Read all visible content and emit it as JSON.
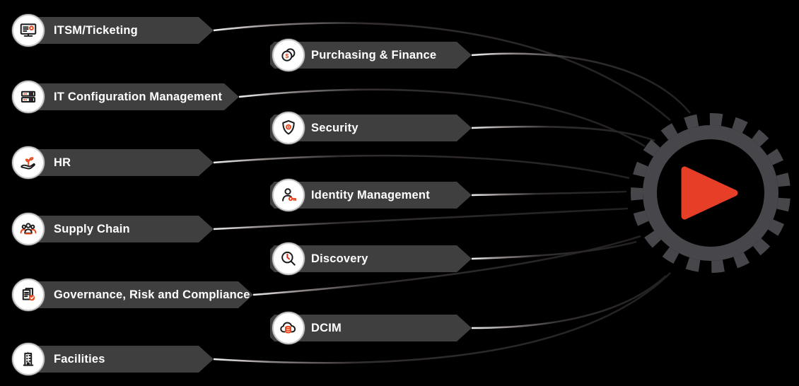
{
  "colors": {
    "background": "#000000",
    "bar": "#403f40",
    "bar_text": "#ffffff",
    "icon_circle": "#ffffff",
    "icon_circle_border": "#c9c9c9",
    "icon_line": "#1b1b1b",
    "accent_orange": "#e7491f",
    "accent_red": "#df2b20",
    "gear": "#47464b",
    "play": "#e63e27"
  },
  "left_items": [
    {
      "label": "ITSM/Ticketing",
      "icon": "monitor-ticket-icon"
    },
    {
      "label": "IT Configuration Management",
      "icon": "server-stack-icon"
    },
    {
      "label": "HR",
      "icon": "hand-sprout-icon"
    },
    {
      "label": "Supply Chain",
      "icon": "people-group-icon"
    },
    {
      "label": "Governance, Risk and Compliance",
      "icon": "document-check-icon"
    },
    {
      "label": "Facilities",
      "icon": "building-icon"
    }
  ],
  "middle_items": [
    {
      "label": "Purchasing & Finance",
      "icon": "coins-dollar-icon"
    },
    {
      "label": "Security",
      "icon": "shield-gear-icon"
    },
    {
      "label": "Identity Management",
      "icon": "person-key-icon"
    },
    {
      "label": "Discovery",
      "icon": "magnifier-clock-icon"
    },
    {
      "label": "DCIM",
      "icon": "cloud-database-icon"
    }
  ],
  "hub": {
    "icon": "gear-play-icon",
    "connected_items": 11
  }
}
